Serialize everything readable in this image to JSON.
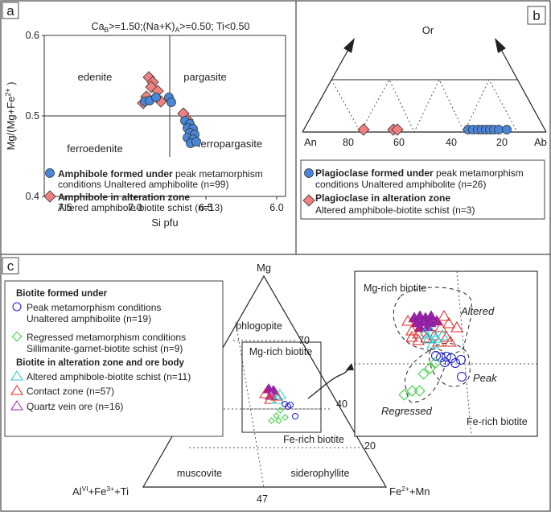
{
  "panel_a": {
    "label": "a",
    "header": "Ca",
    "header_sub1": "B",
    "header_mid": ">=1.50;(Na+K)",
    "header_sub2": "A",
    "header_end": ">=0.50; Ti<0.50",
    "ylabel_main": "Mg/(Mg+Fe",
    "ylabel_sup": "2+",
    "ylabel_end": " )",
    "xlabel": "Si pfu",
    "xticks": [
      "7.5",
      "7.0",
      "6.5",
      "6.0"
    ],
    "yticks": [
      "0.6",
      "0.5",
      "0.4"
    ],
    "fields": [
      "edenite",
      "pargasite",
      "ferroedenite",
      "ferropargasite"
    ],
    "legend": [
      {
        "bold": "Amphibole formed under",
        "rest": " peak metamorphism",
        "line2": "conditions Unaltered amphibolite (n=99)"
      },
      {
        "bold": "Amphibole in alteration zone",
        "rest": "",
        "line2": "Altered amphibole-biotite schist (n=13)"
      }
    ]
  },
  "panel_b": {
    "label": "b",
    "apex": "Or",
    "left": "An",
    "right": "Ab",
    "ticks": [
      "80",
      "60",
      "40",
      "20"
    ],
    "legend": [
      {
        "bold": "Plagioclase formed under",
        "rest": " peak metamorphism",
        "line2": "conditions Unaltered amphibolite (n=26)"
      },
      {
        "bold": "Plagioclase in alteration zone",
        "rest": "",
        "line2": "Altered amphibole-biotite schist (n=3)"
      }
    ]
  },
  "panel_c": {
    "label": "c",
    "apex": "Mg",
    "left_main": "Al",
    "left_sup1": "VI",
    "left_mid": "+Fe",
    "left_sup2": "3+",
    "left_end": "+Ti",
    "right_main": "Fe",
    "right_sup": "2+",
    "right_end": "+Mn",
    "fields": [
      "phlogopite",
      "Mg-rich biotite",
      "Fe-rich biotite",
      "muscovite",
      "siderophyllite"
    ],
    "ticks": [
      "70",
      "40",
      "20",
      "47"
    ],
    "legend": {
      "header1": "Biotite formed under",
      "item1": [
        "Peak metamorphism conditions",
        "Unaltered amphibolite (n=19)"
      ],
      "item2": [
        "Regressed metamorphism conditions",
        "Sillimanite-garnet-biotite schist (n=9)"
      ],
      "header2": "Biotite in alteration zone and ore body",
      "item3": "Altered amphibole-biotite schist (n=11)",
      "item4": "Contact zone (n=57)",
      "item5": "Quartz vein ore (n=16)"
    },
    "inset": {
      "mg_label": "Mg-rich biotite",
      "fe_label": "Fe-rich biotite",
      "altered": "Altered",
      "peak": "Peak",
      "regressed": "Regressed"
    }
  },
  "colors": {
    "blue": "#4a86d8",
    "red_fill": "#f08080",
    "red": "#e02020",
    "green": "#33cc33",
    "cyan": "#22cccc",
    "purple": "#9922aa"
  }
}
